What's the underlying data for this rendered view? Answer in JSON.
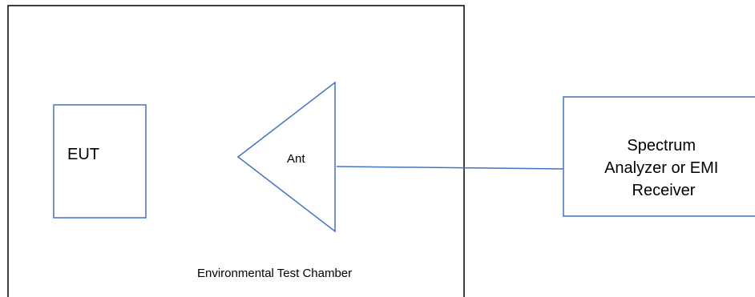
{
  "diagram": {
    "eut_label": "EUT",
    "antenna_label": "Ant",
    "chamber_label": "Environmental Test Chamber",
    "receiver_label_lines": [
      "Spectrum",
      "Analyzer or EMI",
      "Receiver"
    ],
    "colors": {
      "chamber_border": "#000000",
      "component_border": "#4472C4",
      "text": "#000000"
    }
  }
}
